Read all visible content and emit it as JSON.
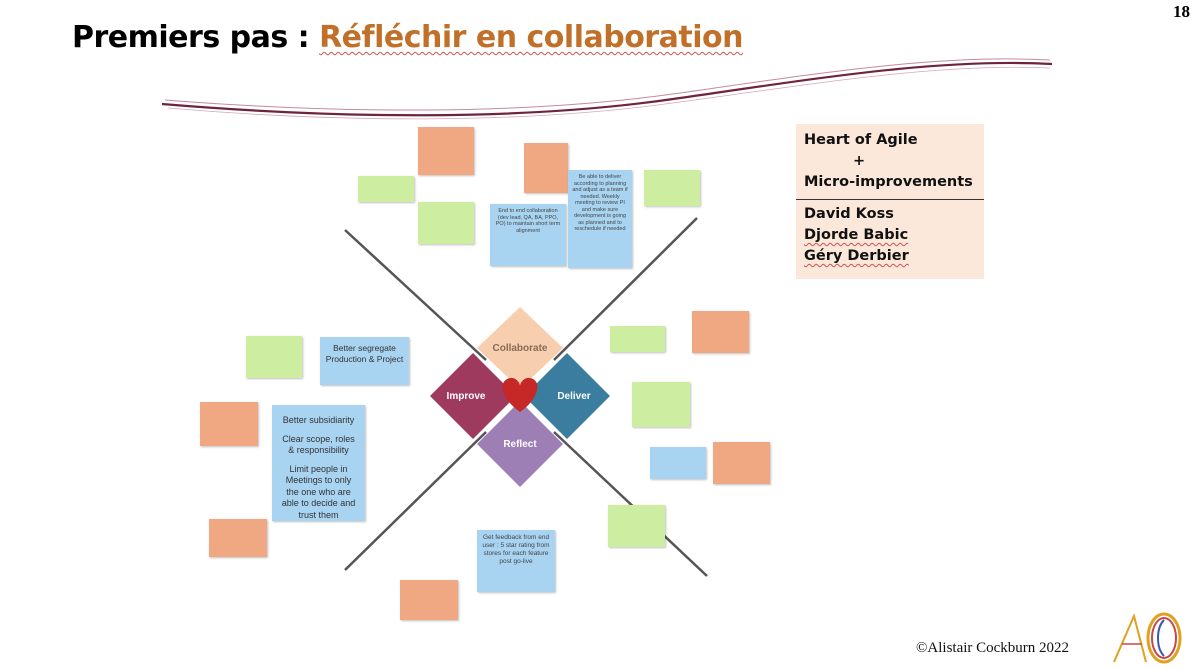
{
  "slide": {
    "number": "18",
    "title_prefix": "Premiers pas : ",
    "title_accent": "Réfléchir en collaboration"
  },
  "info_box": {
    "line1": "Heart of Agile",
    "plus": "+",
    "line2": "Micro-improvements",
    "authors": [
      "David Koss",
      "Djorde Babic",
      "Géry Derbier"
    ]
  },
  "heart_of_agile": {
    "collaborate": "Collaborate",
    "deliver": "Deliver",
    "reflect": "Reflect",
    "improve": "Improve"
  },
  "notes": {
    "collab_end_to_end": "End to end collaboration (dev lead, QA, BA, PPO, PO) to maintain short term alignment",
    "collab_deliver_plan": "Be able to deliver according to planning and adjust as a team if needed. Weekly meeting to review PI and make sure development is going as planned and to reschedule if needed",
    "improve_segregate": "Better segregate Production & Project",
    "improve_subsidiarity": "Better subsidiarity",
    "improve_scope": "Clear scope, roles & responsibility",
    "improve_limit": "Limit people in Meetings to only the one who are able to decide and trust them",
    "reflect_feedback": "Get feedback from end user : 5 star rating from stores for each feature post go-live"
  },
  "colors": {
    "collaborate": "#f7cfae",
    "deliver": "#3a7d9e",
    "reflect": "#9d7fb6",
    "improve": "#9e3a5e",
    "heart": "#c62828",
    "title_accent": "#c07028",
    "sticky_orange": "#f0a882",
    "sticky_green": "#cdeea0",
    "sticky_blue": "#a8d4f2",
    "info_bg": "#fbe8da"
  },
  "footer": {
    "copyright": "©Alistair Cockburn 2022"
  }
}
